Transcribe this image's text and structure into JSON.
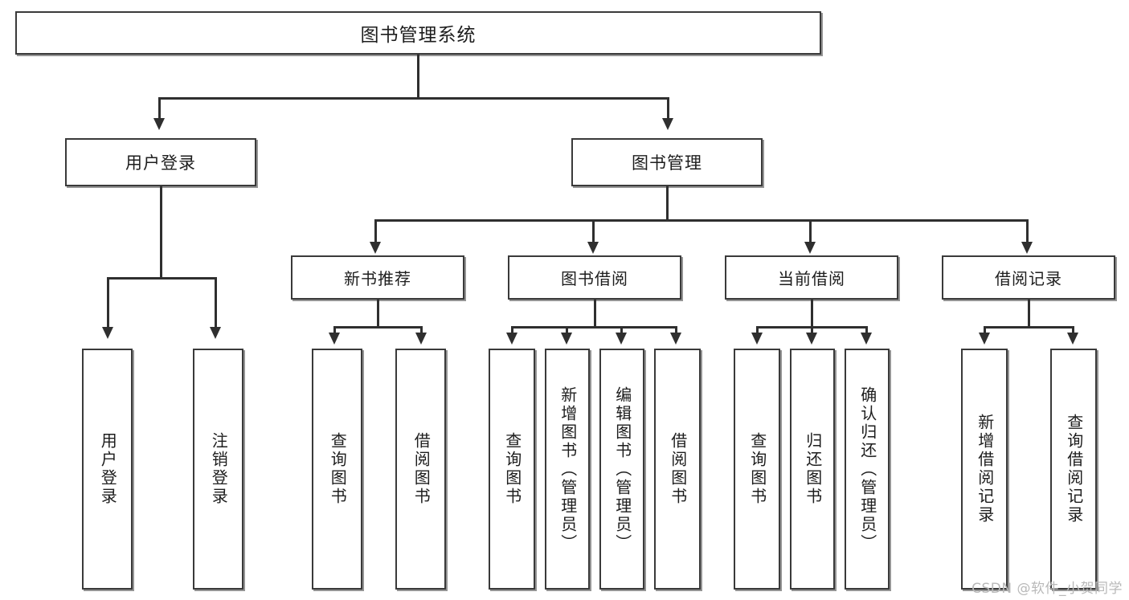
{
  "diagram": {
    "type": "tree",
    "title": "图书管理系统",
    "root": {
      "label": "图书管理系统"
    },
    "level2": [
      {
        "label": "用户登录"
      },
      {
        "label": "图书管理"
      }
    ],
    "level3": [
      {
        "label": "新书推荐"
      },
      {
        "label": "图书借阅"
      },
      {
        "label": "当前借阅"
      },
      {
        "label": "借阅记录"
      }
    ],
    "leaves": {
      "user_login": [
        {
          "label": "用户登录"
        },
        {
          "label": "注销登录"
        }
      ],
      "new_book_recommend": [
        {
          "label": "查询图书"
        },
        {
          "label": "借阅图书"
        }
      ],
      "book_borrow": [
        {
          "label": "查询图书"
        },
        {
          "label": "新增图书（管理员）"
        },
        {
          "label": "编辑图书（管理员）"
        },
        {
          "label": "借阅图书"
        }
      ],
      "current_borrow": [
        {
          "label": "查询图书"
        },
        {
          "label": "归还图书"
        },
        {
          "label": "确认归还（管理员）"
        }
      ],
      "borrow_record": [
        {
          "label": "新增借阅记录"
        },
        {
          "label": "查询借阅记录"
        }
      ]
    }
  },
  "watermark": {
    "text": "CSDN @软件_小贺同学"
  },
  "colors": {
    "box_border": "#3a3a3a",
    "line": "#2f2f2f",
    "background": "#ffffff",
    "text": "#1d1d1d",
    "watermark": "#b9b9b9"
  }
}
